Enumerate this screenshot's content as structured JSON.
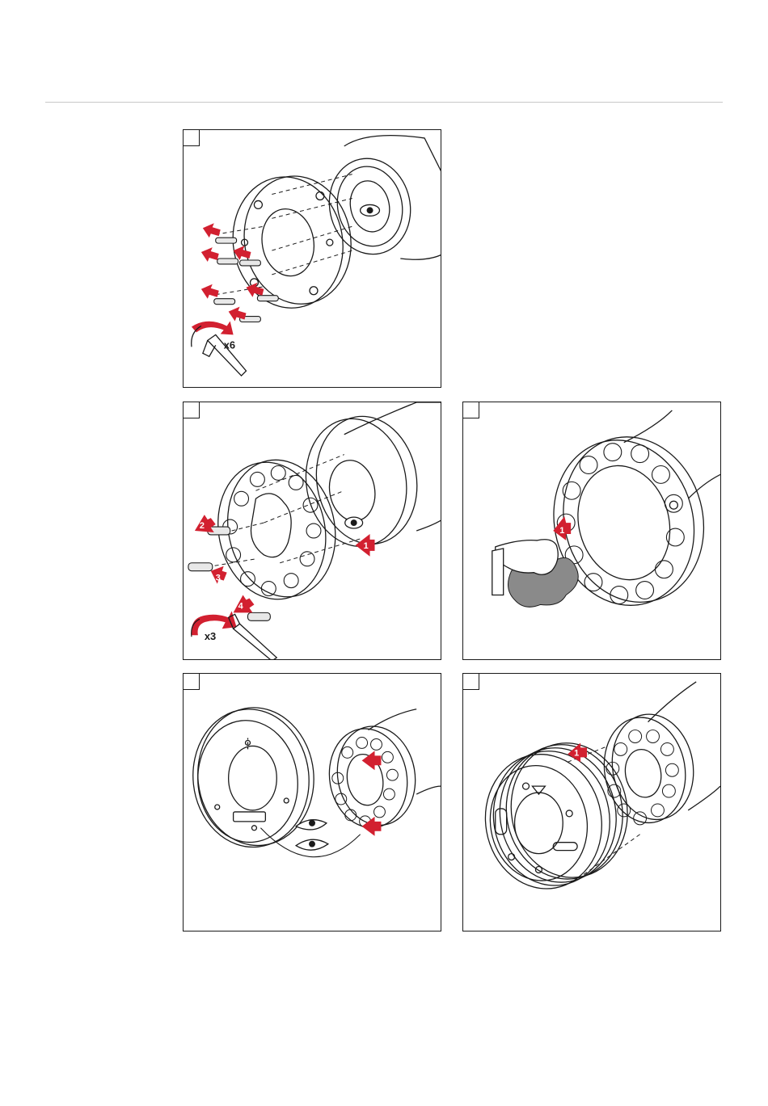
{
  "header": {
    "rule_color": "#c8c8c8"
  },
  "accent_color": "#d22030",
  "panels": [
    {
      "id": "panel-1",
      "multiplier": "x6",
      "callouts": []
    },
    {
      "id": "panel-2",
      "multiplier": "x3",
      "callouts": [
        "1",
        "2",
        "3",
        "4"
      ]
    },
    {
      "id": "panel-3",
      "multiplier": "",
      "callouts": [
        "1"
      ]
    },
    {
      "id": "panel-4",
      "multiplier": "",
      "callouts": []
    },
    {
      "id": "panel-5",
      "multiplier": "",
      "callouts": [
        "1"
      ]
    }
  ],
  "icons": [
    "eye-icon",
    "hex-key-icon",
    "rotation-arrow-icon",
    "cleaning-cloth-icon",
    "hand-icon"
  ]
}
